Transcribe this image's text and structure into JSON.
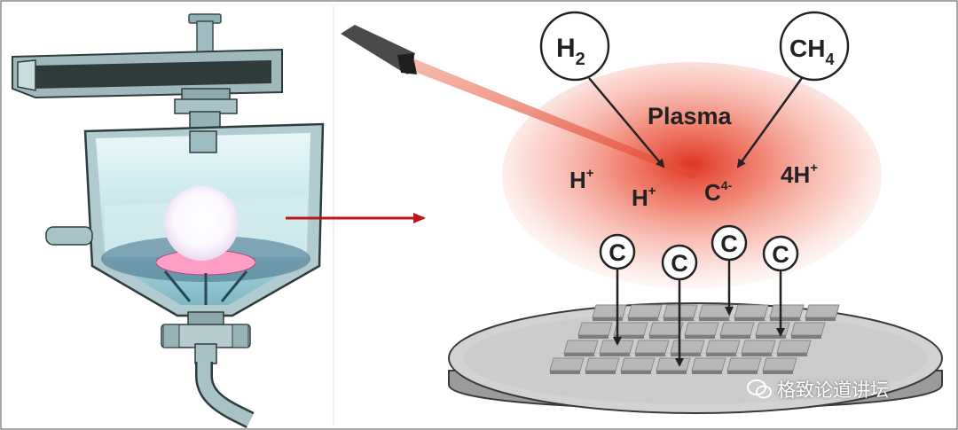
{
  "left_panel": {
    "description_icons": [
      "reactor-chamber",
      "plasma-ball",
      "gas-outlet-pipe"
    ]
  },
  "right_panel": {
    "plasma_label": "Plasma",
    "gas_h2": {
      "main": "H",
      "sub": "2"
    },
    "gas_ch4": {
      "main": "CH",
      "sub": "4"
    },
    "ions": [
      {
        "main": "H",
        "sup": "+"
      },
      {
        "main": "H",
        "sup": "+"
      },
      {
        "main": "C",
        "sup": "4-"
      },
      {
        "main": "4H",
        "sup": "+"
      }
    ],
    "carbon_atoms": [
      "C",
      "C",
      "C",
      "C"
    ]
  },
  "watermark": {
    "text": "格致论道讲坛"
  },
  "colors": {
    "plasma": "#e8432a",
    "arrow_red": "#c0141c",
    "chamber_teal": "#9fc9cf",
    "substrate_gray": "#c8c8c8"
  }
}
